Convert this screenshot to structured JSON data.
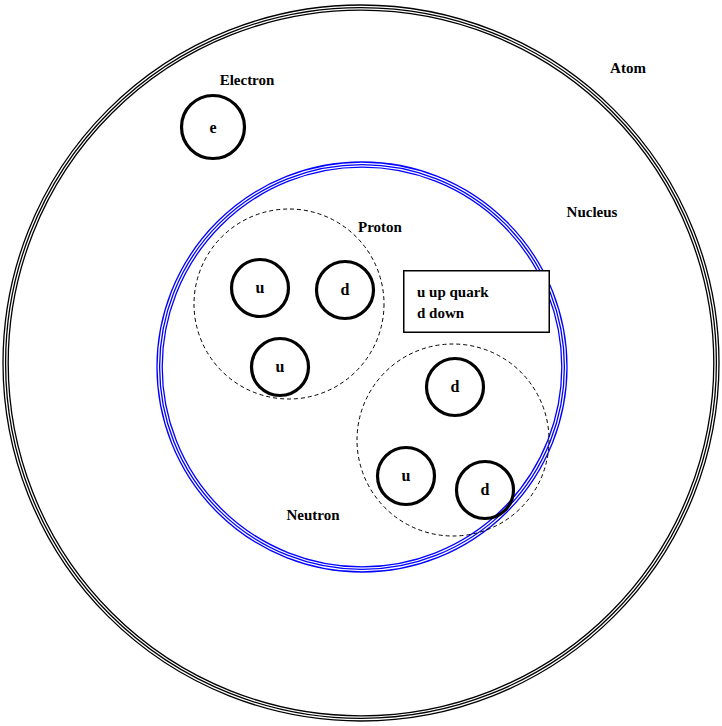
{
  "diagram": {
    "nodes": [
      {
        "text": [
          "Atom"
        ]
      },
      {
        "text": [
          "Electron",
          "e"
        ],
        "in": 0
      },
      {
        "text": [
          "Nucleus"
        ],
        "in": 0
      },
      {
        "text": [
          "Proton"
        ],
        "in": 2
      },
      {
        "text": [
          "u"
        ],
        "in": 3
      },
      {
        "text": [
          "d"
        ],
        "in": 3
      },
      {
        "text": [
          "u"
        ],
        "in": 3
      },
      {
        "text": [
          "u up quark",
          "d down"
        ],
        "in": 2
      },
      {
        "text": [
          "Neutron"
        ],
        "in": 2
      },
      {
        "text": [
          "d"
        ],
        "in": 8
      },
      {
        "text": [
          "u"
        ],
        "in": 8
      },
      {
        "text": [
          "d"
        ],
        "in": 8
      }
    ]
  }
}
